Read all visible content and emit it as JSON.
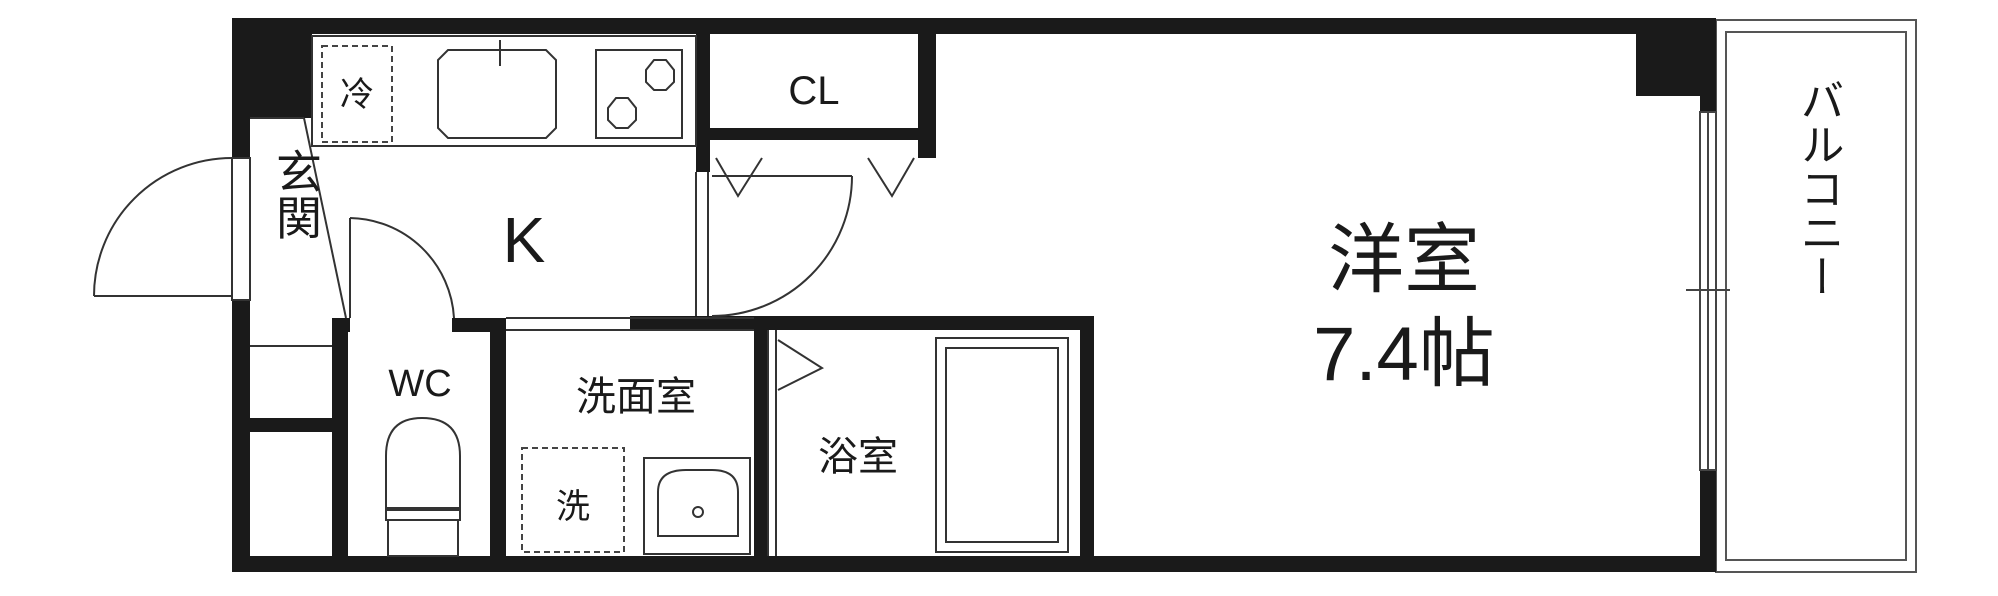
{
  "rooms": {
    "western_room": {
      "name": "洋室",
      "size": "7.4帖"
    },
    "kitchen": "K",
    "entrance": "玄関",
    "closet": "CL",
    "toilet": "WC",
    "washroom": "洗面室",
    "bathroom": "浴室",
    "balcony": "バルコニー"
  },
  "fixtures": {
    "refrigerator_space": "冷",
    "washing_machine_space": "洗"
  }
}
